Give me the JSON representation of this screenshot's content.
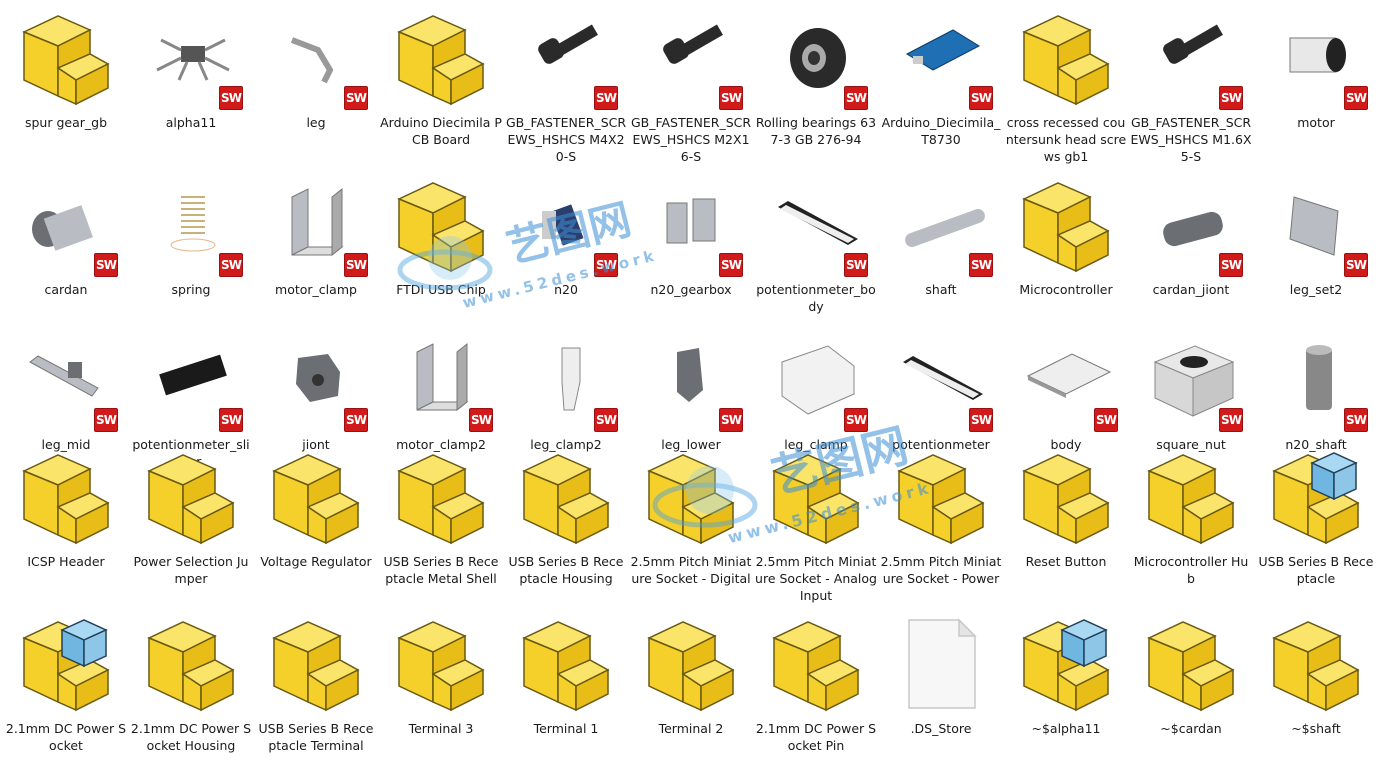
{
  "colors": {
    "folder_yellow": "#f5d02a",
    "folder_stroke": "#6a5a10",
    "sw_badge": "#d11a1a",
    "cube_blue": "#6fb7e0"
  },
  "rows": [
    [
      {
        "label": "spur gear_gb",
        "icon": "assembly-icon",
        "sw": false
      },
      {
        "label": "alpha11",
        "icon": "hexapod-robot-icon",
        "sw": true
      },
      {
        "label": "leg",
        "icon": "robot-leg-icon",
        "sw": true
      },
      {
        "label": "Arduino Diecimila PCB Board",
        "icon": "assembly-icon",
        "sw": false
      },
      {
        "label": "GB_FASTENER_SCREWS_HSHCS M4X20-S",
        "icon": "screw-icon",
        "sw": true
      },
      {
        "label": "GB_FASTENER_SCREWS_HSHCS M2X16-S",
        "icon": "screw-icon",
        "sw": true
      },
      {
        "label": "Rolling bearings 637-3 GB 276-94",
        "icon": "bearing-icon",
        "sw": true
      },
      {
        "label": "Arduino_Diecimila_T8730",
        "icon": "arduino-board-icon",
        "sw": true
      },
      {
        "label": "cross recessed countersunk head screws gb1",
        "icon": "assembly-icon",
        "sw": false
      },
      {
        "label": "GB_FASTENER_SCREWS_HSHCS M1.6X5-S",
        "icon": "screw-icon",
        "sw": true
      },
      {
        "label": "motor",
        "icon": "motor-icon",
        "sw": true
      }
    ],
    [
      {
        "label": "cardan",
        "icon": "cardan-icon",
        "sw": true
      },
      {
        "label": "spring",
        "icon": "spring-icon",
        "sw": true
      },
      {
        "label": "motor_clamp",
        "icon": "bracket-icon",
        "sw": true
      },
      {
        "label": "FTDI USB Chip",
        "icon": "assembly-icon",
        "sw": false
      },
      {
        "label": "n20",
        "icon": "n20-motor-icon",
        "sw": true
      },
      {
        "label": "n20_gearbox",
        "icon": "gearbox-icon",
        "sw": true
      },
      {
        "label": "potentionmeter_body",
        "icon": "slider-rail-icon",
        "sw": true
      },
      {
        "label": "shaft",
        "icon": "shaft-icon",
        "sw": true
      },
      {
        "label": "Microcontroller",
        "icon": "assembly-icon",
        "sw": false
      },
      {
        "label": "cardan_jiont",
        "icon": "cardan-joint-icon",
        "sw": true
      },
      {
        "label": "leg_set2",
        "icon": "plate-icon",
        "sw": true
      }
    ],
    [
      {
        "label": "leg_mid",
        "icon": "leg-link-icon",
        "sw": true
      },
      {
        "label": "potentionmeter_slider",
        "icon": "slider-icon",
        "sw": true
      },
      {
        "label": "jiont",
        "icon": "joint-cube-icon",
        "sw": true
      },
      {
        "label": "motor_clamp2",
        "icon": "bracket-icon",
        "sw": true
      },
      {
        "label": "leg_clamp2",
        "icon": "clamp-icon",
        "sw": true
      },
      {
        "label": "leg_lower",
        "icon": "leg-lower-icon",
        "sw": true
      },
      {
        "label": "leg_clamp",
        "icon": "leg-clamp-icon",
        "sw": true
      },
      {
        "label": "potentionmeter",
        "icon": "slider-rail-icon",
        "sw": true
      },
      {
        "label": "body",
        "icon": "body-plate-icon",
        "sw": true
      },
      {
        "label": "square_nut",
        "icon": "square-nut-icon",
        "sw": true
      },
      {
        "label": "n20_shaft",
        "icon": "cylinder-icon",
        "sw": true
      }
    ],
    [
      {
        "label": "ICSP Header",
        "icon": "assembly-icon",
        "sw": false
      },
      {
        "label": "Power Selection Jumper",
        "icon": "assembly-icon",
        "sw": false
      },
      {
        "label": "Voltage Regulator",
        "icon": "assembly-icon",
        "sw": false
      },
      {
        "label": "USB Series B Receptacle Metal Shell",
        "icon": "assembly-icon",
        "sw": false
      },
      {
        "label": "USB Series B Receptacle Housing",
        "icon": "assembly-icon",
        "sw": false
      },
      {
        "label": "2.5mm Pitch Miniature Socket - Digital",
        "icon": "assembly-icon",
        "sw": false
      },
      {
        "label": "2.5mm Pitch Miniature Socket - Analog Input",
        "icon": "assembly-icon",
        "sw": false
      },
      {
        "label": "2.5mm Pitch Miniature Socket - Power",
        "icon": "assembly-icon",
        "sw": false
      },
      {
        "label": "Reset Button",
        "icon": "assembly-icon",
        "sw": false
      },
      {
        "label": "Microcontroller Hub",
        "icon": "assembly-icon",
        "sw": false
      },
      {
        "label": "USB Series B Receptacle",
        "icon": "assembly-cube-icon",
        "sw": false
      }
    ],
    [
      {
        "label": "2.1mm DC Power Socket",
        "icon": "assembly-cube-icon",
        "sw": false
      },
      {
        "label": "2.1mm DC Power Socket Housing",
        "icon": "assembly-icon",
        "sw": false
      },
      {
        "label": "USB Series B Receptacle Terminal",
        "icon": "assembly-icon",
        "sw": false
      },
      {
        "label": "Terminal 3",
        "icon": "assembly-icon",
        "sw": false
      },
      {
        "label": "Terminal 1",
        "icon": "assembly-icon",
        "sw": false
      },
      {
        "label": "Terminal 2",
        "icon": "assembly-icon",
        "sw": false
      },
      {
        "label": "2.1mm DC Power Socket Pin",
        "icon": "assembly-icon",
        "sw": false
      },
      {
        "label": ".DS_Store",
        "icon": "blank-file-icon",
        "sw": false
      },
      {
        "label": "~$alpha11",
        "icon": "assembly-cube-icon",
        "sw": false
      },
      {
        "label": "~$cardan",
        "icon": "assembly-icon",
        "sw": false
      },
      {
        "label": "~$shaft",
        "icon": "assembly-icon",
        "sw": false
      }
    ]
  ],
  "watermarks": [
    {
      "title": "艺图网",
      "url": "www.52des.work"
    },
    {
      "title": "艺图网",
      "url": "www.52des.work"
    }
  ]
}
